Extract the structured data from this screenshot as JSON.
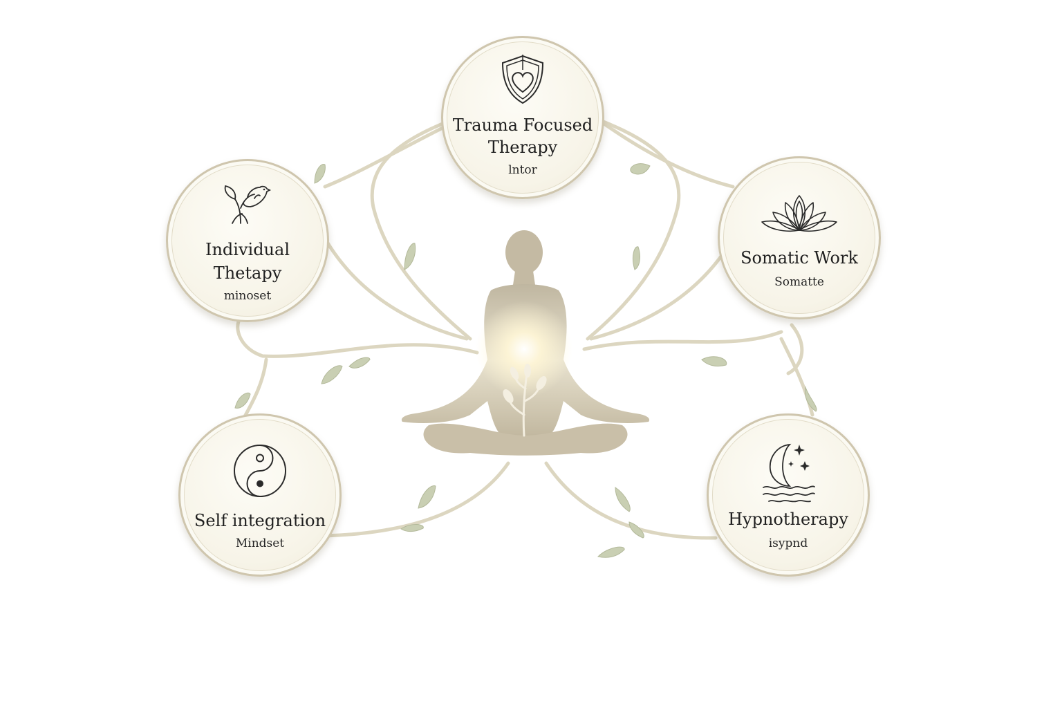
{
  "nodes": [
    {
      "id": "trauma",
      "title_line1": "Trauma Focused",
      "title_line2": "Therapy",
      "subtitle": "lntor",
      "icon": "shield-heart-icon"
    },
    {
      "id": "individual",
      "title_line1": "Individual",
      "title_line2": "Thetapy",
      "subtitle": "minoset",
      "icon": "sprouting-bird-icon"
    },
    {
      "id": "somatic",
      "title_line1": "Somatic Work",
      "title_line2": "",
      "subtitle": "Somatte",
      "icon": "lotus-icon"
    },
    {
      "id": "self",
      "title_line1": "Self integration",
      "title_line2": "",
      "subtitle": "Mindset",
      "icon": "yin-yang-icon"
    },
    {
      "id": "hypno",
      "title_line1": "Hypnotherapy",
      "title_line2": "",
      "subtitle": "isypnd",
      "icon": "moon-stars-waves-icon"
    }
  ],
  "center": {
    "icon": "meditating-figure-icon"
  },
  "colors": {
    "vine": "#dcd6c0",
    "leaf": "#c9cfb3",
    "figure": "#c2b8a0",
    "glow": "#fff8d8",
    "node_border": "#cfc6ae",
    "text": "#1f1f1f"
  }
}
